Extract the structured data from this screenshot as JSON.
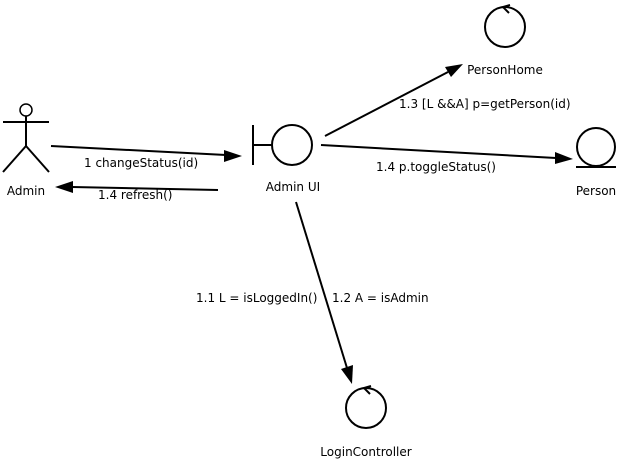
{
  "nodes": {
    "admin": {
      "label": "Admin",
      "kind": "actor"
    },
    "admin_ui": {
      "label": "Admin UI",
      "kind": "boundary"
    },
    "person_home": {
      "label": "PersonHome",
      "kind": "control"
    },
    "person": {
      "label": "Person",
      "kind": "entity"
    },
    "login_controller": {
      "label": "LoginController",
      "kind": "control"
    }
  },
  "messages": {
    "change_status": "1 changeStatus(id)",
    "refresh": "1.4 refresh()",
    "get_person": "1.3 [L &&A] p=getPerson(id)",
    "toggle_status": "1.4 p.toggleStatus()",
    "login_check": "1.1 L = isLoggedIn()",
    "admin_check": "1.2 A = isAdmin"
  }
}
